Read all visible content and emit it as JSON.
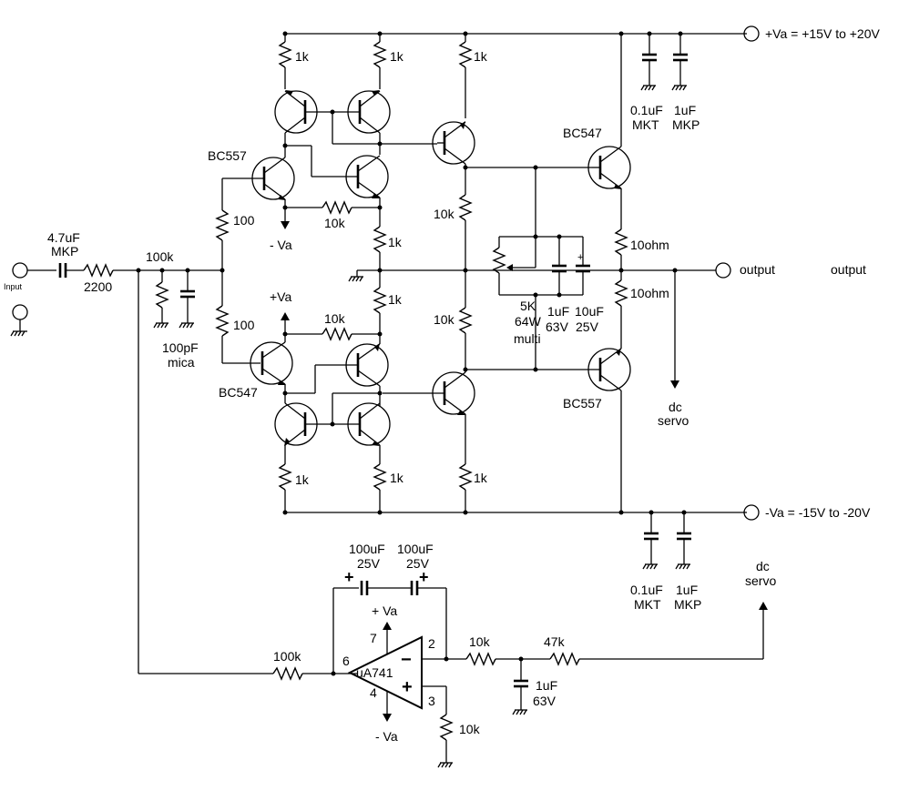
{
  "rails": {
    "pos": "+Va = +15V to +20V",
    "neg": "-Va = -15V to -20V",
    "pos_short": "+Va",
    "neg_short": "- Va"
  },
  "input": {
    "label": "Input",
    "cap": [
      "4.7uF",
      "MKP"
    ],
    "series_res": "2200",
    "shunt_res": "100k",
    "shunt_cap": [
      "100pF",
      "mica"
    ]
  },
  "front_end": {
    "base_res_top": "100",
    "base_res_bot": "100",
    "q_top": "BC557",
    "q_bot": "BC547",
    "res_1k": "1k",
    "res_10k": "10k"
  },
  "vas": {
    "res_top": "10k",
    "res_bot": "10k",
    "bias_pot": [
      "5K",
      "64W",
      "multi"
    ],
    "cap_a": [
      "1uF",
      "63V"
    ],
    "cap_b": [
      "10uF",
      "25V"
    ]
  },
  "output_stage": {
    "q_top": "BC547",
    "q_bot": "BC557",
    "emitter_res_top": "10ohm",
    "emitter_res_bot": "10ohm",
    "output_label": "output",
    "output_label_2": "output",
    "dc_servo": [
      "dc",
      "servo"
    ]
  },
  "decoupling": {
    "c1": [
      "0.1uF",
      "MKT"
    ],
    "c2": [
      "1uF",
      "MKP"
    ]
  },
  "servo": {
    "opamp": "uA741",
    "pins": {
      "p2": "2",
      "p3": "3",
      "p4": "4",
      "p6": "6",
      "p7": "7"
    },
    "caps": [
      "100uF",
      "25V"
    ],
    "input_res": "100k",
    "res_10k": "10k",
    "res_47k": "47k",
    "ground_res": "10k",
    "filter_cap": [
      "1uF",
      "63V"
    ],
    "pos_supply": "+ Va",
    "neg_supply": "- Va",
    "dc_servo": [
      "dc",
      "servo"
    ]
  }
}
